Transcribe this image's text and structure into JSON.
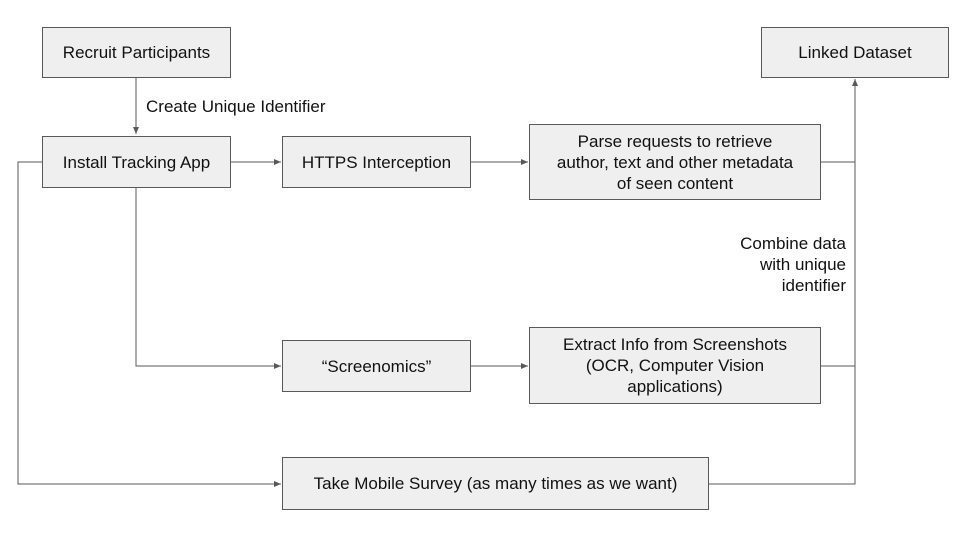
{
  "nodes": {
    "recruit": "Recruit Participants",
    "install": "Install Tracking App",
    "https": "HTTPS Interception",
    "parse": "Parse requests to retrieve\nauthor, text and other metadata\nof seen content",
    "screenomics": "“Screenomics”",
    "extract": "Extract Info from Screenshots\n(OCR, Computer Vision\napplications)",
    "survey": "Take Mobile Survey (as many times as we want)",
    "linked": "Linked Dataset"
  },
  "edge_labels": {
    "create_id": "Create Unique Identifier",
    "combine": "Combine data\nwith unique\nidentifier"
  },
  "colors": {
    "box_fill": "#efefef",
    "box_border": "#595959",
    "connector": "#595959"
  }
}
